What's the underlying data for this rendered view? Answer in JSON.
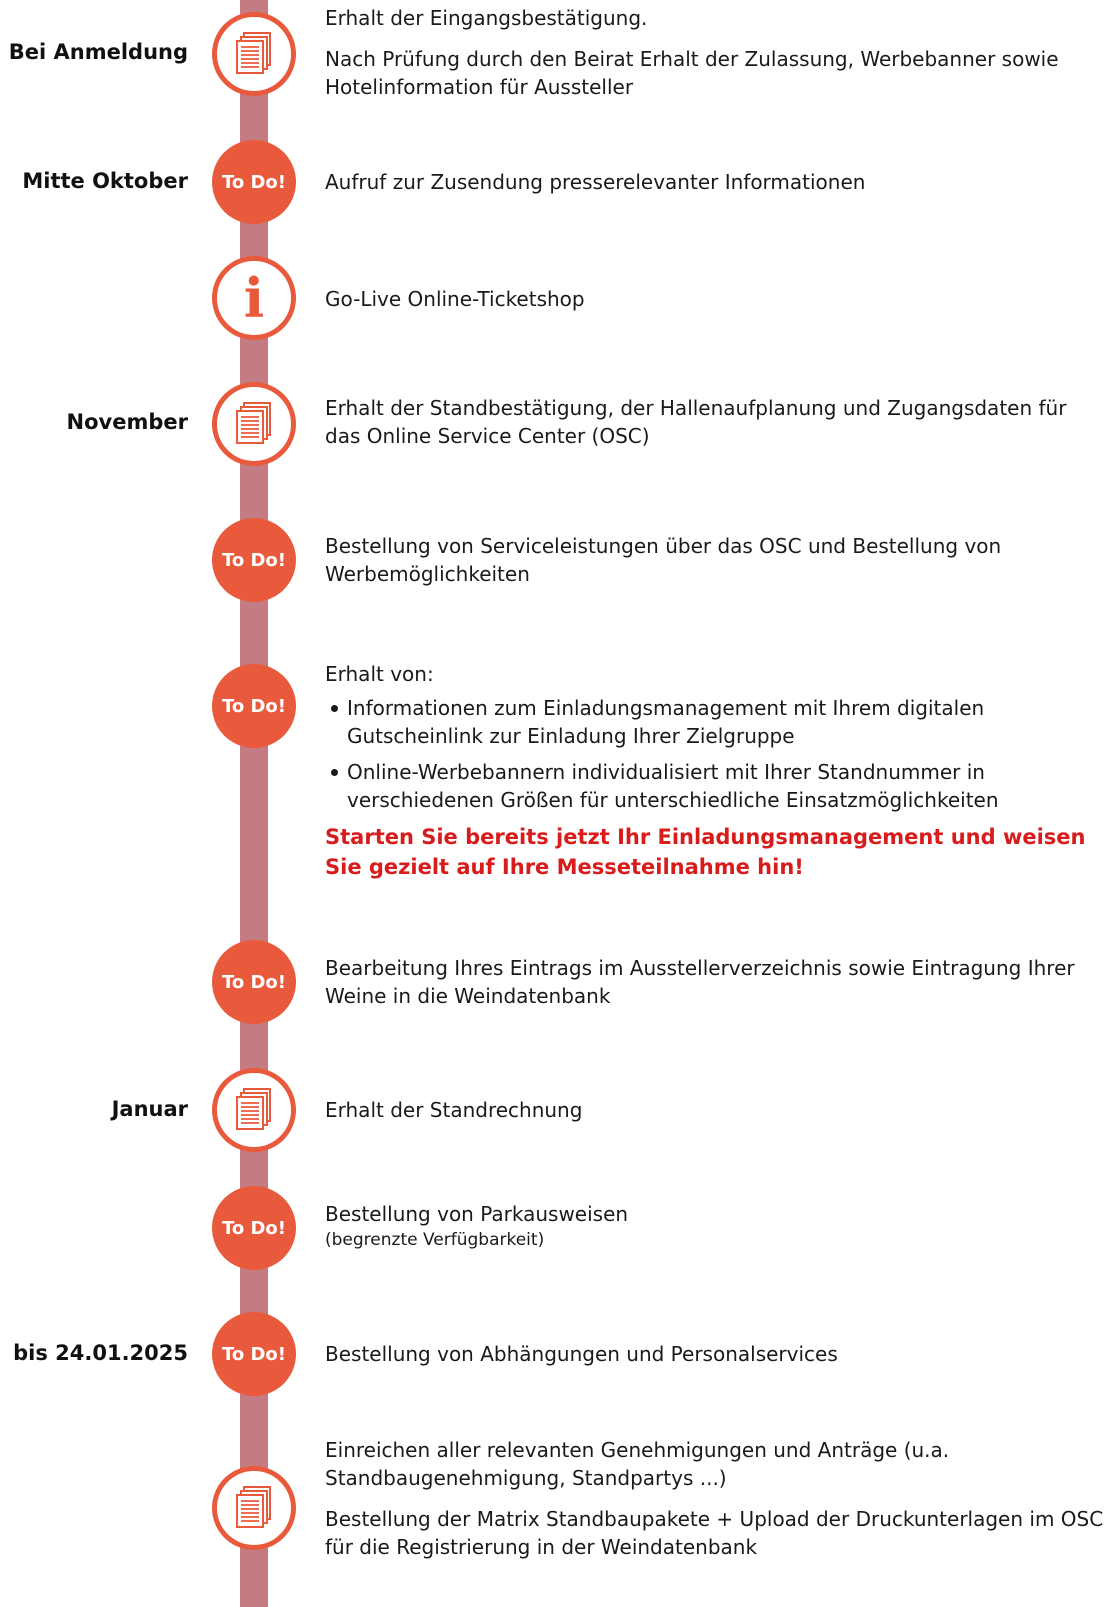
{
  "accent_color": "#e85a3b",
  "line_color": "#c27c82",
  "highlight_color": "#d81c1c",
  "todo_label": "To Do!",
  "info_glyph": "i",
  "steps": [
    {
      "icon": "document-icon",
      "date": "Bei Anmeldung",
      "paragraphs": [
        "Erhalt der Eingangsbestätigung.",
        "Nach Prüfung durch den Beirat Erhalt der Zulassung, Werbebanner sowie Hotelinformation für Aussteller"
      ]
    },
    {
      "icon": "todo-badge",
      "date": "Mitte Oktober",
      "paragraphs": [
        "Aufruf zur Zusendung presserelevanter Informationen"
      ]
    },
    {
      "icon": "info-icon",
      "paragraphs": [
        "Go-Live Online-Ticketshop"
      ]
    },
    {
      "icon": "document-icon",
      "date": "November",
      "paragraphs": [
        "Erhalt der Standbestätigung, der Hallenaufplanung und Zugangsdaten für das Online Service Center (OSC)"
      ]
    },
    {
      "icon": "todo-badge",
      "paragraphs": [
        "Bestellung von Serviceleistungen über das OSC und Bestellung von Werbemöglichkeiten"
      ]
    },
    {
      "icon": "todo-badge",
      "intro": "Erhalt von:",
      "bullets": [
        "Informationen zum Einladungsmanagement mit Ihrem digitalen Gutscheinlink zur Einladung Ihrer Zielgruppe",
        "Online-Werbebannern individualisiert mit Ihrer Standnummer in verschiedenen Größen für unterschiedliche Einsatzmöglichkeiten"
      ],
      "highlight": "Starten Sie bereits jetzt Ihr Einladungsmanagement und weisen Sie gezielt auf Ihre Messeteilnahme hin!"
    },
    {
      "icon": "todo-badge",
      "paragraphs": [
        "Bearbeitung Ihres Eintrags im Ausstellerverzeichnis sowie Eintragung Ihrer Weine in die Weindatenbank"
      ]
    },
    {
      "icon": "document-icon",
      "date": "Januar",
      "paragraphs": [
        "Erhalt der Standrechnung"
      ]
    },
    {
      "icon": "todo-badge",
      "paragraphs": [
        "Bestellung von Parkausweisen"
      ],
      "note": "(begrenzte Verfügbarkeit)"
    },
    {
      "icon": "todo-badge",
      "date": "bis 24.01.2025",
      "paragraphs": [
        "Bestellung von Abhängungen und Personalservices"
      ]
    },
    {
      "icon": "document-icon",
      "paragraphs": [
        "Einreichen aller relevanten Genehmigungen und Anträge (u.a. Standbaugenehmigung, Standpartys ...)",
        "Bestellung der Matrix Standbaupakete + Upload der Druckunterlagen im OSC für die Registrierung in der Weindatenbank"
      ]
    }
  ]
}
